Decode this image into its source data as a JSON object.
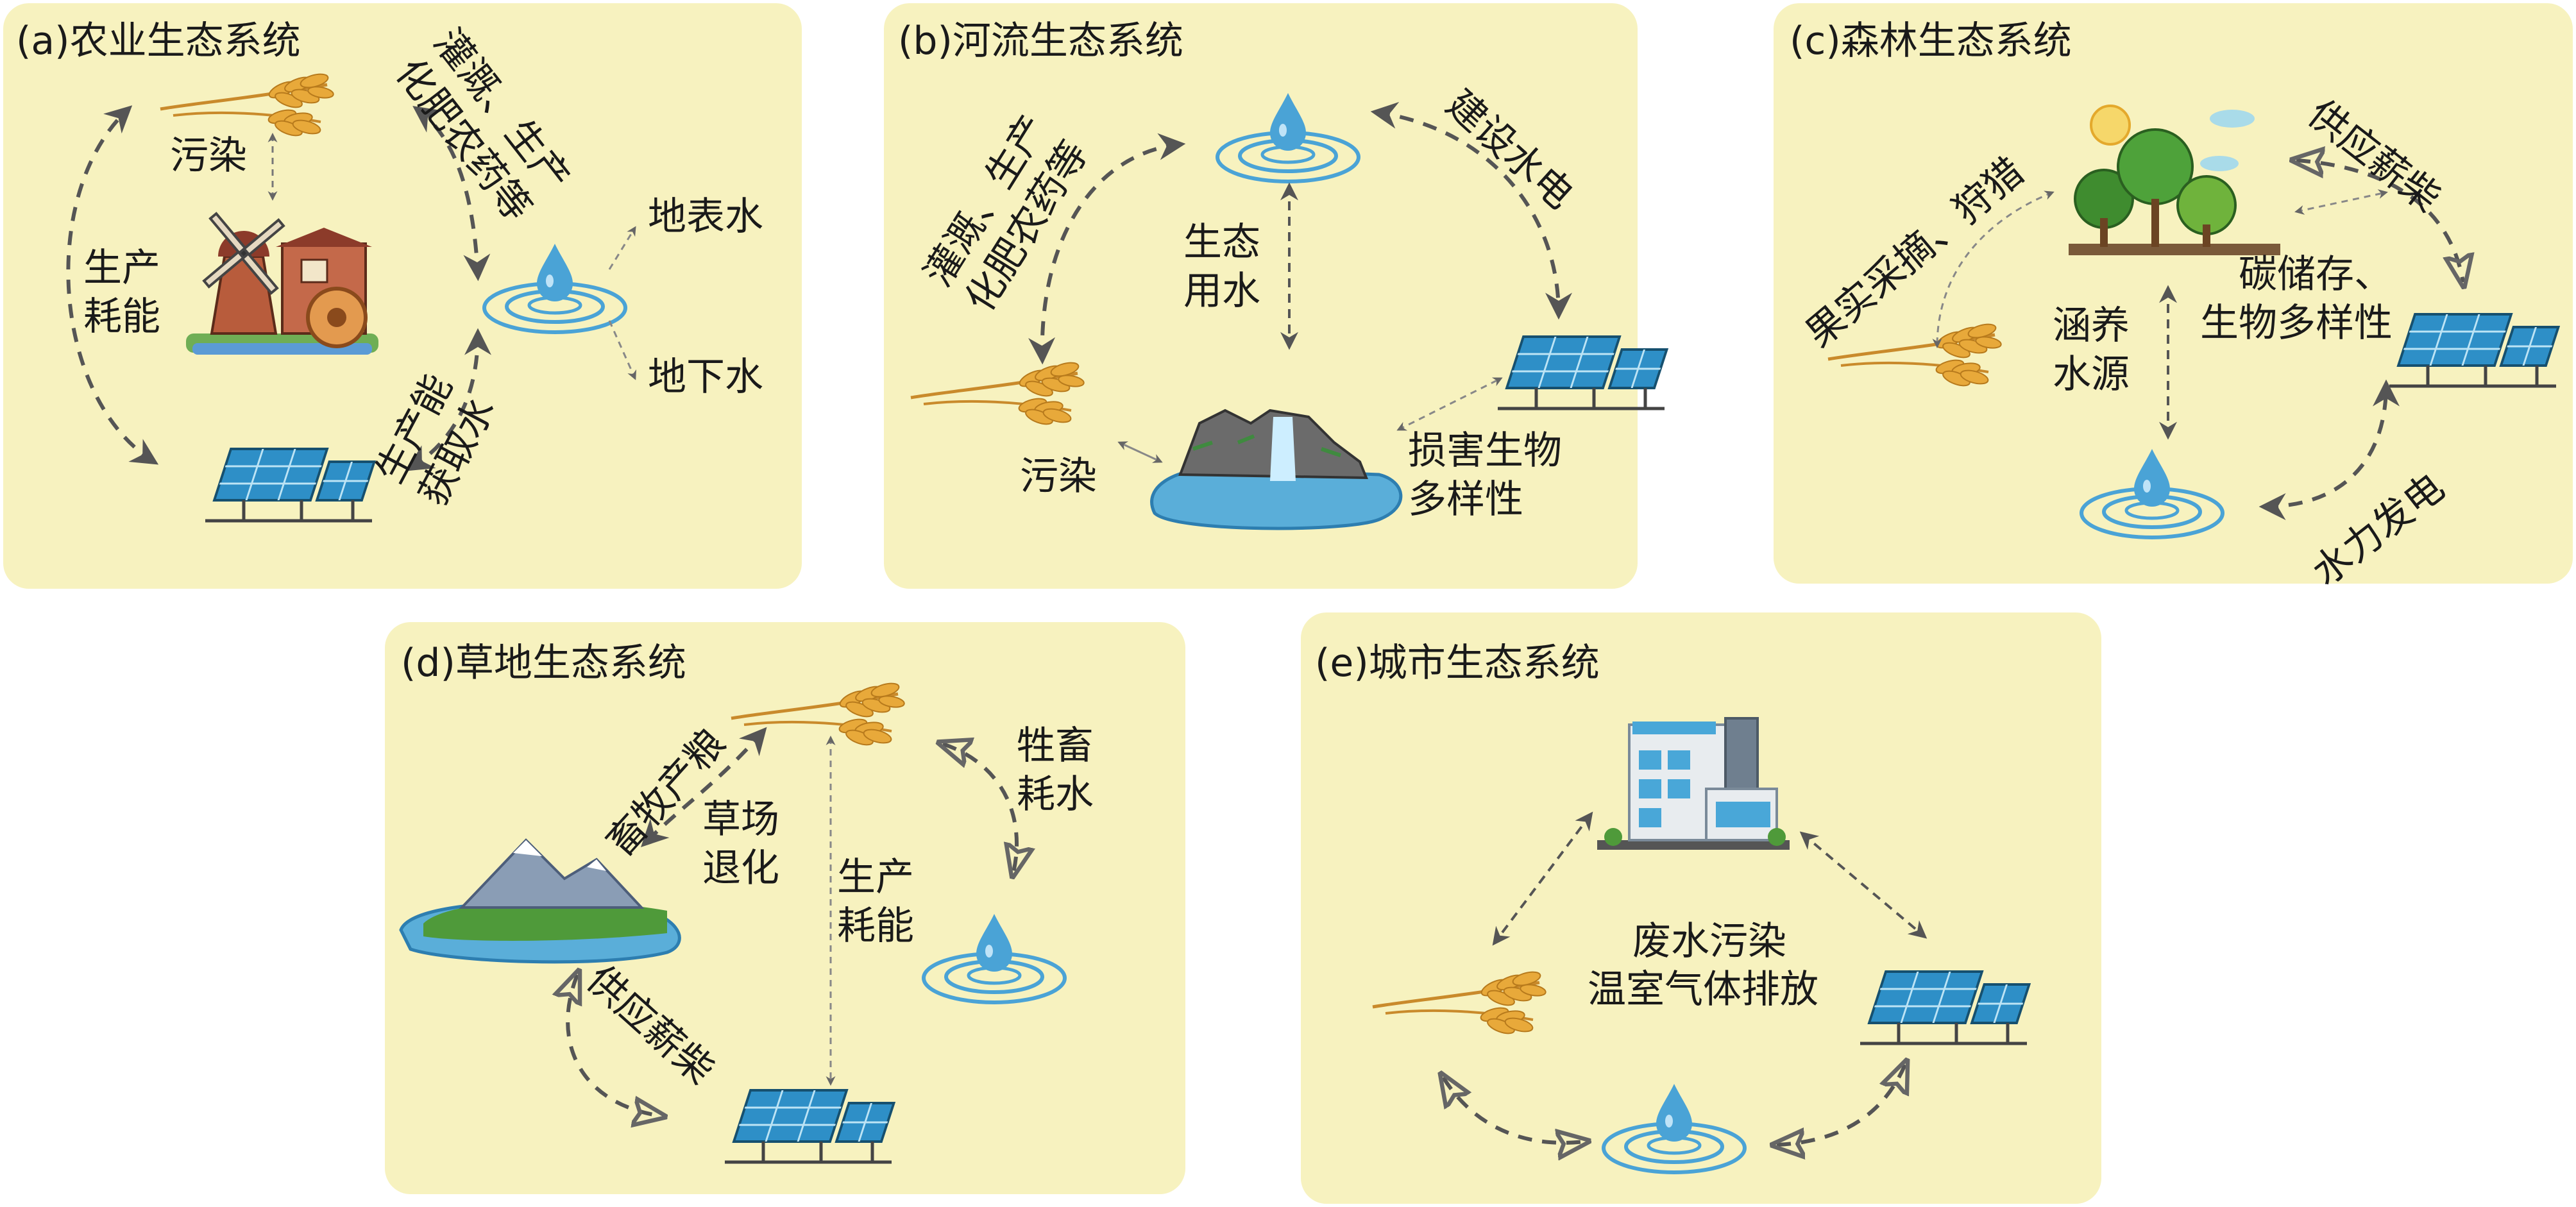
{
  "panels": {
    "a": {
      "title": "(a)农业生态系统",
      "pollution": "污染",
      "irrigation_line1": "灌溉、生产",
      "irrigation_line2": "化肥农药等",
      "production_energy_line1": "生产",
      "production_energy_line2": "耗能",
      "surface_water": "地表水",
      "ground_water": "地下水",
      "energy_water_line1": "生产能",
      "energy_water_line2": "获取水"
    },
    "b": {
      "title": "(b)河流生态系统",
      "irrigation_line1": "灌溉、生产",
      "irrigation_line2": "化肥农药等",
      "hydropower": "建设水电",
      "eco_water_line1": "生态",
      "eco_water_line2": "用水",
      "pollution": "污染",
      "biodiversity_damage_line1": "损害生物",
      "biodiversity_damage_line2": "多样性"
    },
    "c": {
      "title": "(c)森林生态系统",
      "firewood": "供应薪柴",
      "fruit_hunting": "果实采摘、狩猎",
      "carbon_line1": "碳储存、",
      "carbon_line2": "生物多样性",
      "water_conservation_line1": "涵养",
      "water_conservation_line2": "水源",
      "hydro_generation": "水力发电"
    },
    "d": {
      "title": "(d)草地生态系统",
      "grazing": "畜牧产粮",
      "livestock_water_line1": "牲畜",
      "livestock_water_line2": "耗水",
      "degradation_line1": "草场",
      "degradation_line2": "退化",
      "production_energy_line1": "生产",
      "production_energy_line2": "耗能",
      "firewood": "供应薪柴"
    },
    "e": {
      "title": "(e)城市生态系统",
      "wastewater": "废水污染",
      "ghg": "温室气体排放"
    }
  },
  "icons": [
    "wheat-icon",
    "windmill-icon",
    "water-drop-icon",
    "solar-panel-icon",
    "waterfall-icon",
    "forest-icon",
    "mountain-island-icon",
    "building-icon"
  ],
  "colors": {
    "panel_background": "#f7f2bf",
    "arrow_gray": "#555555",
    "water_blue": "#4aa3d6",
    "wheat_gold": "#e8a93a"
  }
}
